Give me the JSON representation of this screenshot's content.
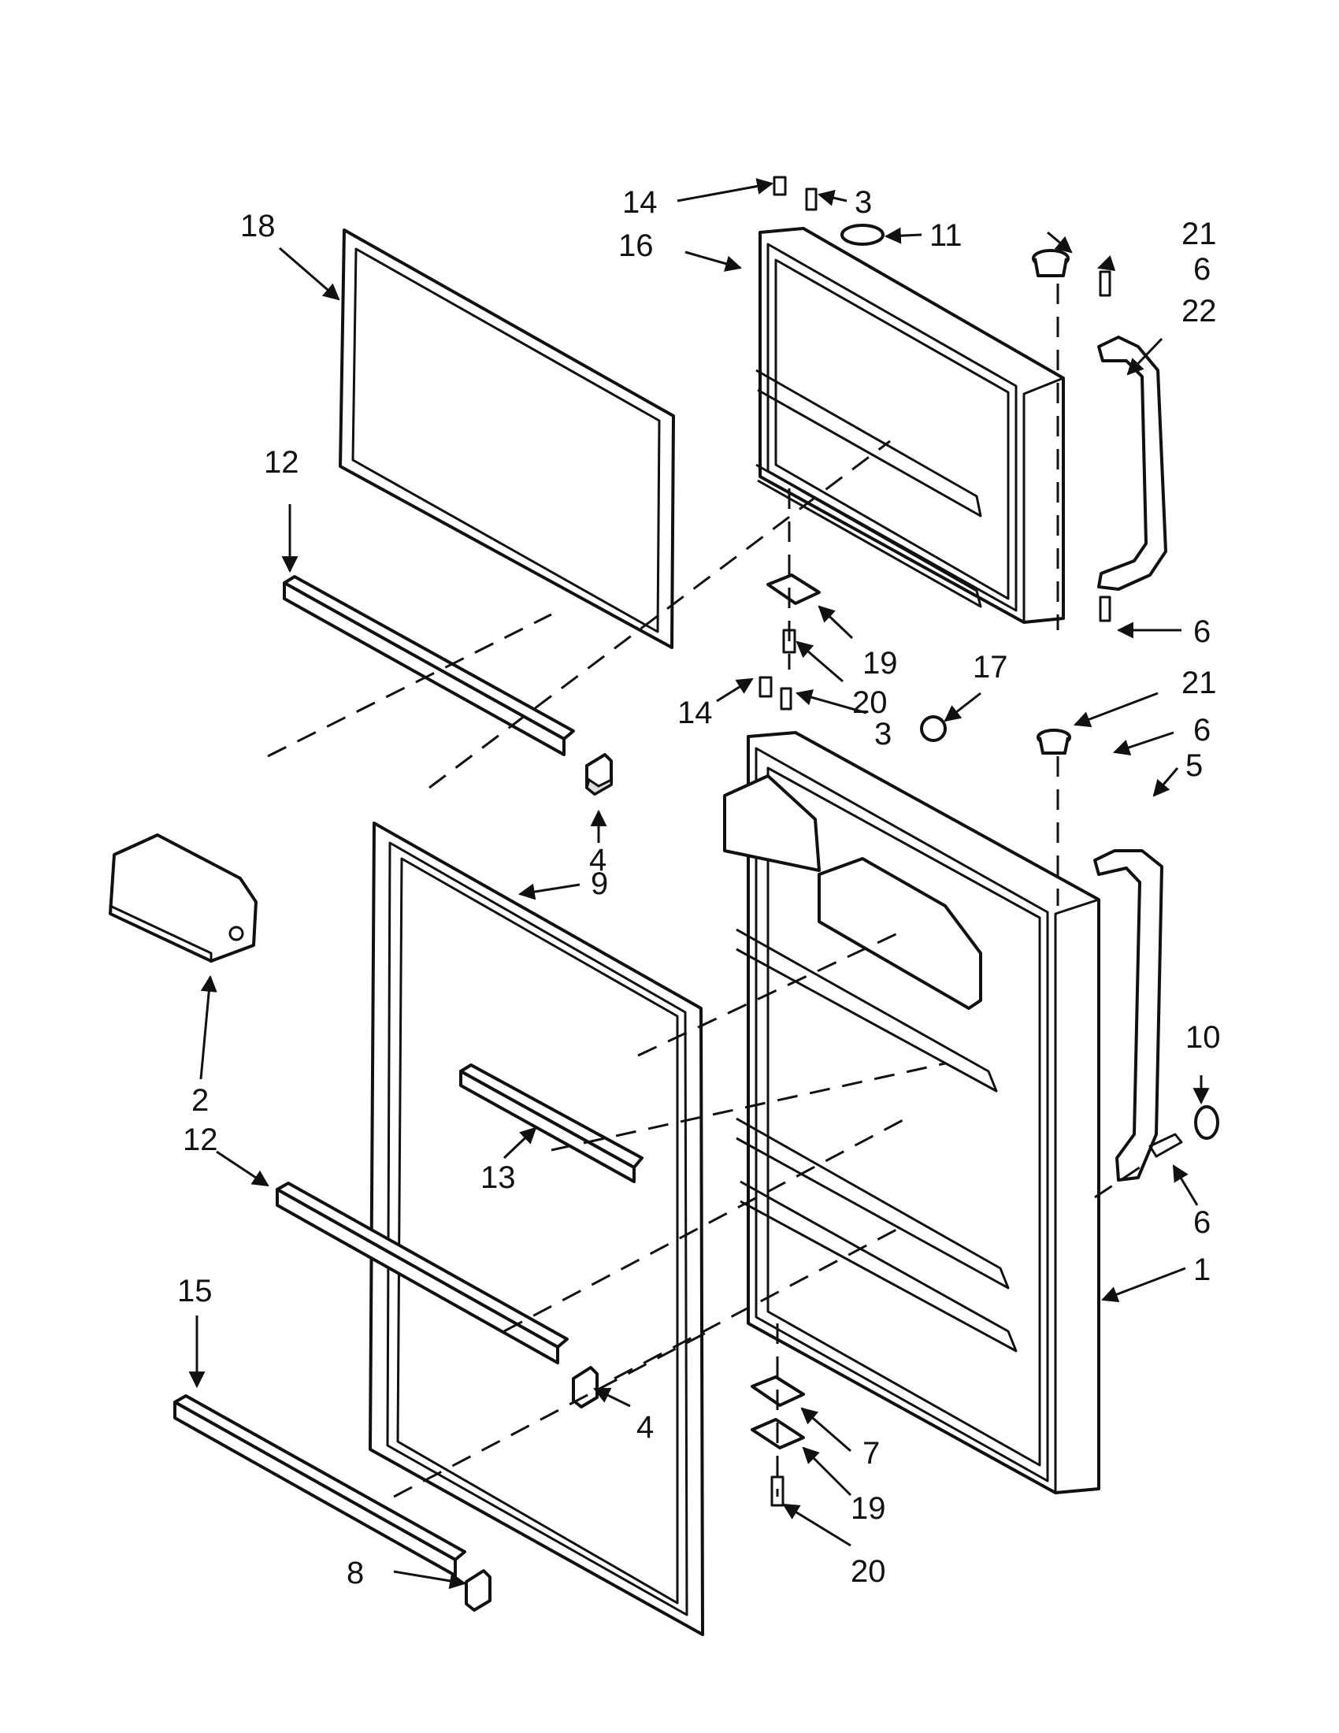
{
  "callouts": [
    {
      "id": "c1",
      "text": "1"
    },
    {
      "id": "c2",
      "text": "2"
    },
    {
      "id": "c3a",
      "text": "3"
    },
    {
      "id": "c3b",
      "text": "3"
    },
    {
      "id": "c4a",
      "text": "4"
    },
    {
      "id": "c4b",
      "text": "4"
    },
    {
      "id": "c5",
      "text": "5"
    },
    {
      "id": "c6a",
      "text": "6"
    },
    {
      "id": "c6b",
      "text": "6"
    },
    {
      "id": "c6c",
      "text": "6"
    },
    {
      "id": "c6d",
      "text": "6"
    },
    {
      "id": "c7",
      "text": "7"
    },
    {
      "id": "c8",
      "text": "8"
    },
    {
      "id": "c9",
      "text": "9"
    },
    {
      "id": "c10",
      "text": "10"
    },
    {
      "id": "c11",
      "text": "11"
    },
    {
      "id": "c12a",
      "text": "12"
    },
    {
      "id": "c12b",
      "text": "12"
    },
    {
      "id": "c13",
      "text": "13"
    },
    {
      "id": "c14a",
      "text": "14"
    },
    {
      "id": "c14b",
      "text": "14"
    },
    {
      "id": "c15",
      "text": "15"
    },
    {
      "id": "c16",
      "text": "16"
    },
    {
      "id": "c17",
      "text": "17"
    },
    {
      "id": "c18",
      "text": "18"
    },
    {
      "id": "c19a",
      "text": "19"
    },
    {
      "id": "c19b",
      "text": "19"
    },
    {
      "id": "c20a",
      "text": "20"
    },
    {
      "id": "c20b",
      "text": "20"
    },
    {
      "id": "c21a",
      "text": "21"
    },
    {
      "id": "c21b",
      "text": "21"
    },
    {
      "id": "c22",
      "text": "22"
    }
  ]
}
